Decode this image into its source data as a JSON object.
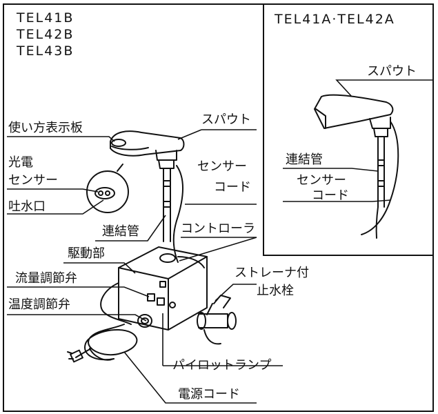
{
  "models_left": [
    "TEL41B",
    "TEL42B",
    "TEL43B"
  ],
  "inset": {
    "models": "TEL41A·TEL42A",
    "labels": {
      "spout": "スパウト",
      "connecting_pipe": "連結管",
      "sensor_cord_1": "センサー",
      "sensor_cord_2": "コード"
    }
  },
  "labels": {
    "usage_plate": "使い方表示板",
    "spout": "スパウト",
    "photo_sensor_1": "光電",
    "photo_sensor_2": "センサー",
    "sensor_cord_1": "センサー",
    "sensor_cord_2": "コード",
    "outlet": "吐水口",
    "connecting_pipe": "連結管",
    "controller": "コントローラ",
    "drive_unit": "駆動部",
    "flow_valve": "流量調節弁",
    "temp_valve": "温度調節弁",
    "strainer_1": "ストレーナ付",
    "strainer_2": "止水栓",
    "pilot_lamp": "パイロットランプ",
    "power_cord": "電源コード"
  }
}
